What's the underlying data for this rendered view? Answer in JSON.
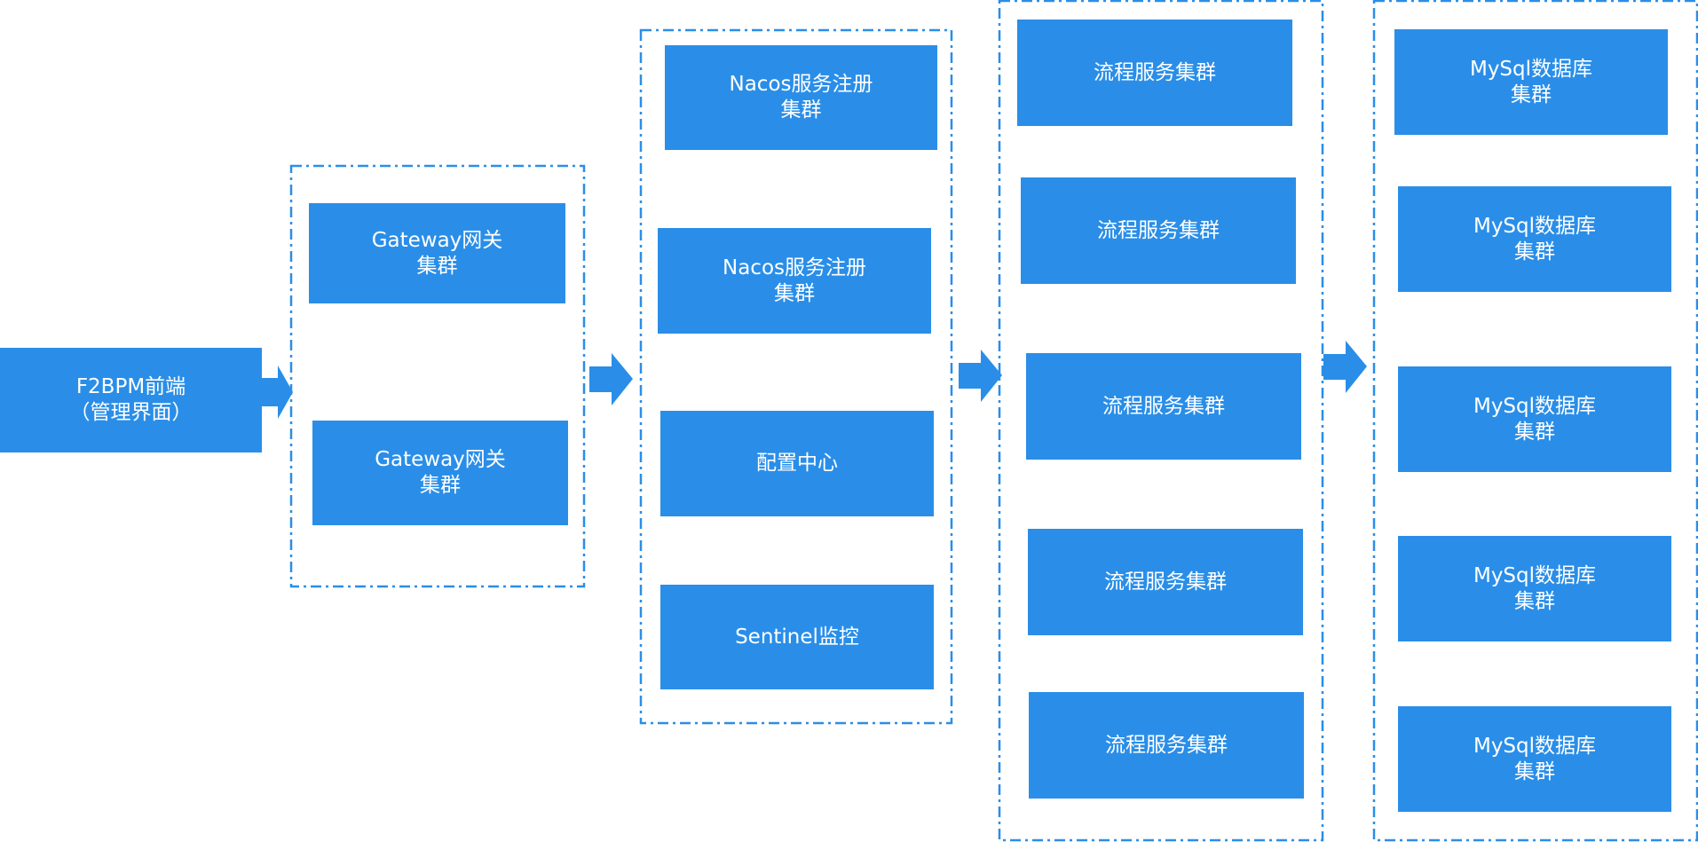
{
  "diagram": {
    "frontend": {
      "label": "F2BPM前端\n（管理界面）"
    },
    "gateway_group": {
      "boxes": [
        {
          "label": "Gateway网关\n集群"
        },
        {
          "label": "Gateway网关\n集群"
        }
      ]
    },
    "registry_group": {
      "boxes": [
        {
          "label": "Nacos服务注册\n集群"
        },
        {
          "label": "Nacos服务注册\n集群"
        },
        {
          "label": "配置中心"
        },
        {
          "label": "Sentinel监控"
        }
      ]
    },
    "process_group": {
      "boxes": [
        {
          "label": "流程服务集群"
        },
        {
          "label": "流程服务集群"
        },
        {
          "label": "流程服务集群"
        },
        {
          "label": "流程服务集群"
        },
        {
          "label": "流程服务集群"
        }
      ]
    },
    "database_group": {
      "boxes": [
        {
          "label": "MySql数据库\n集群"
        },
        {
          "label": "MySql数据库\n集群"
        },
        {
          "label": "MySql数据库\n集群"
        },
        {
          "label": "MySql数据库\n集群"
        },
        {
          "label": "MySql数据库\n集群"
        }
      ]
    },
    "colors": {
      "box_fill": "#2a8ee8",
      "text": "#ffffff",
      "border": "#2a8ee8"
    }
  }
}
